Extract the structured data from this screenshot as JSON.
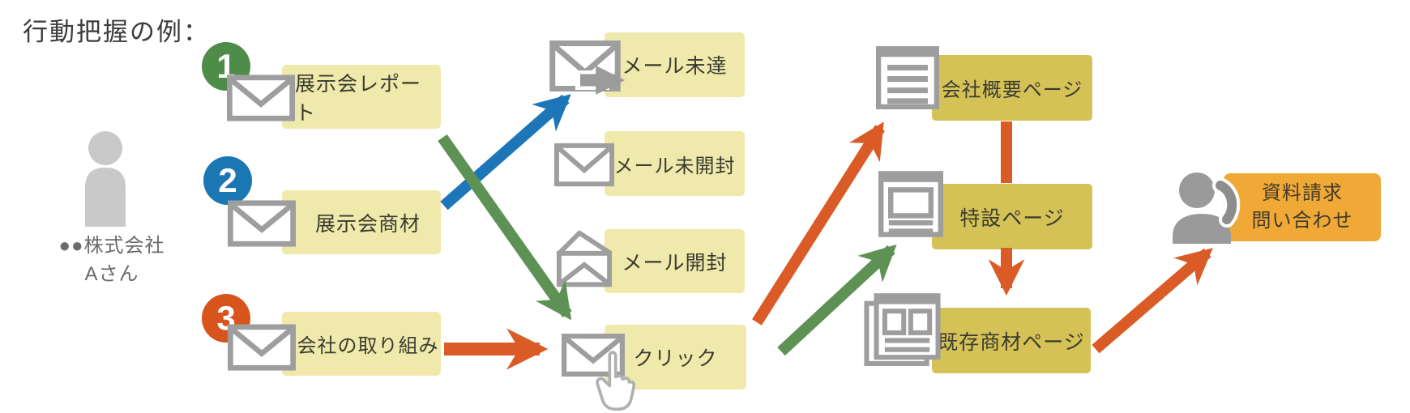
{
  "title": "行動把握の例：",
  "sender": {
    "company": "●●株式会社",
    "person": "Aさん"
  },
  "emails": [
    {
      "number": "1",
      "label": "展示会レポート",
      "badge_color": "#4e8c49"
    },
    {
      "number": "2",
      "label": "展示会商材",
      "badge_color": "#1b76b4"
    },
    {
      "number": "3",
      "label": "会社の取り組み",
      "badge_color": "#d8541d"
    }
  ],
  "mail_statuses": [
    {
      "label": "メール未達"
    },
    {
      "label": "メール未開封"
    },
    {
      "label": "メール開封"
    },
    {
      "label": "クリック"
    }
  ],
  "pages": [
    {
      "label": "会社概要ページ"
    },
    {
      "label": "特設ページ"
    },
    {
      "label": "既存商材ページ"
    }
  ],
  "conversion": {
    "line1": "資料請求",
    "line2": "問い合わせ"
  },
  "flows": [
    {
      "from": "展示会商材",
      "to": "メール未達",
      "color": "blue"
    },
    {
      "from": "展示会レポート",
      "to": "クリック",
      "color": "green"
    },
    {
      "from": "会社の取り組み",
      "to": "クリック",
      "color": "orange"
    },
    {
      "from": "クリック",
      "to": "会社概要ページ",
      "color": "orange"
    },
    {
      "from": "クリック",
      "to": "特設ページ",
      "color": "green"
    },
    {
      "from": "会社概要ページ",
      "to": "特設ページ",
      "color": "orange"
    },
    {
      "from": "特設ページ",
      "to": "既存商材ページ",
      "color": "orange"
    },
    {
      "from": "既存商材ページ",
      "to": "資料請求・問い合わせ",
      "color": "orange"
    }
  ],
  "colors": {
    "light_yellow_box": "#efe9ab",
    "mustard_box": "#d5c257",
    "conversion_orange_box": "#f0a837",
    "arrow_blue": "#1c76b8",
    "arrow_green": "#5e9254",
    "arrow_orange": "#da5b26",
    "badge_green": "#4e8c49",
    "badge_blue": "#1b76b4",
    "badge_orange": "#d8541d",
    "icon_gray": "#9e9e9e",
    "person_gray": "#c9c9c9",
    "contact_person_gray": "#9a9a9a"
  }
}
